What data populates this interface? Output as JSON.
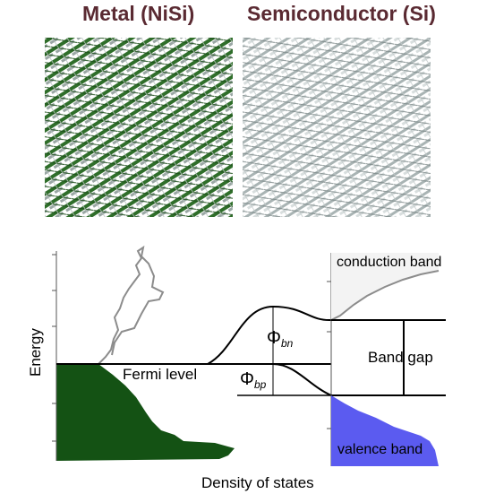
{
  "titles": {
    "metal": "Metal (NiSi)",
    "semiconductor": "Semiconductor (Si)"
  },
  "crystal_panels": {
    "metal_colors": [
      "#2f6e2a",
      "#9aa7a4",
      "#1d4f1b"
    ],
    "semiconductor_colors": [
      "#a9b4b4",
      "#d8dede",
      "#7f8b8b"
    ]
  },
  "band_diagram": {
    "y_axis_label": "Energy",
    "x_axis_label": "Density of states",
    "fermi_level_label": "Fermi level",
    "barrier_n_label": "Φbn",
    "barrier_n_main": "Φ",
    "barrier_n_sub": "bn",
    "barrier_p_label": "Φbp",
    "barrier_p_main": "Φ",
    "barrier_p_sub": "bp",
    "conduction_band_label": "conduction band",
    "band_gap_label": "Band gap",
    "valence_band_label": "valence band",
    "colors": {
      "metal_filled_states": "#145214",
      "valence_band_fill": "#5b5bf0",
      "dos_curve": "#8c8c8c"
    }
  }
}
